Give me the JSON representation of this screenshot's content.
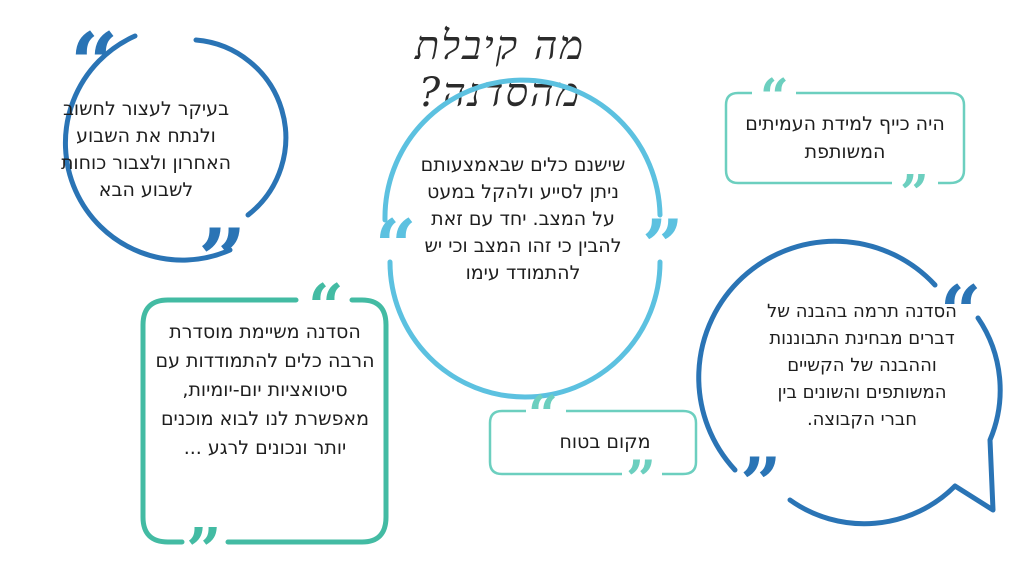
{
  "title": "מה קיבלת מהסדנה?",
  "colors": {
    "dark_blue": "#2a74b5",
    "light_blue": "#5cc1e0",
    "teal": "#43bba3",
    "teal_light": "#6ccfbf"
  },
  "quotes": [
    {
      "id": "rest",
      "text": "בעיקר לעצור לחשוב ולנתח את השבוע האחרון ולצבור כוחות לשבוע הבא"
    },
    {
      "id": "tools",
      "text": "שישנם כלים שבאמצעותם ניתן לסייע ולהקל במעט על המצב. יחד עם זאת להבין כי זהו המצב וכי יש להתמודד עימו"
    },
    {
      "id": "fun",
      "text": "היה כייף למידת העמיתים המשותפת"
    },
    {
      "id": "organized",
      "text": "הסדנה משיימת מוסדרת הרבה כלים להתמודדות עם סיטואציות יום-יומיות, מאפשרת לנו לבוא מוכנים יותר ונכונים לרגע ..."
    },
    {
      "id": "safe",
      "text": "מקום בטוח"
    },
    {
      "id": "understanding",
      "text": "הסדנה תרמה בהבנה של דברים מבחינת התבוננות וההבנה של הקשיים המשותפים והשונים בין חברי הקבוצה."
    }
  ],
  "icons": {
    "open_quote": "“",
    "close_quote": "”"
  }
}
